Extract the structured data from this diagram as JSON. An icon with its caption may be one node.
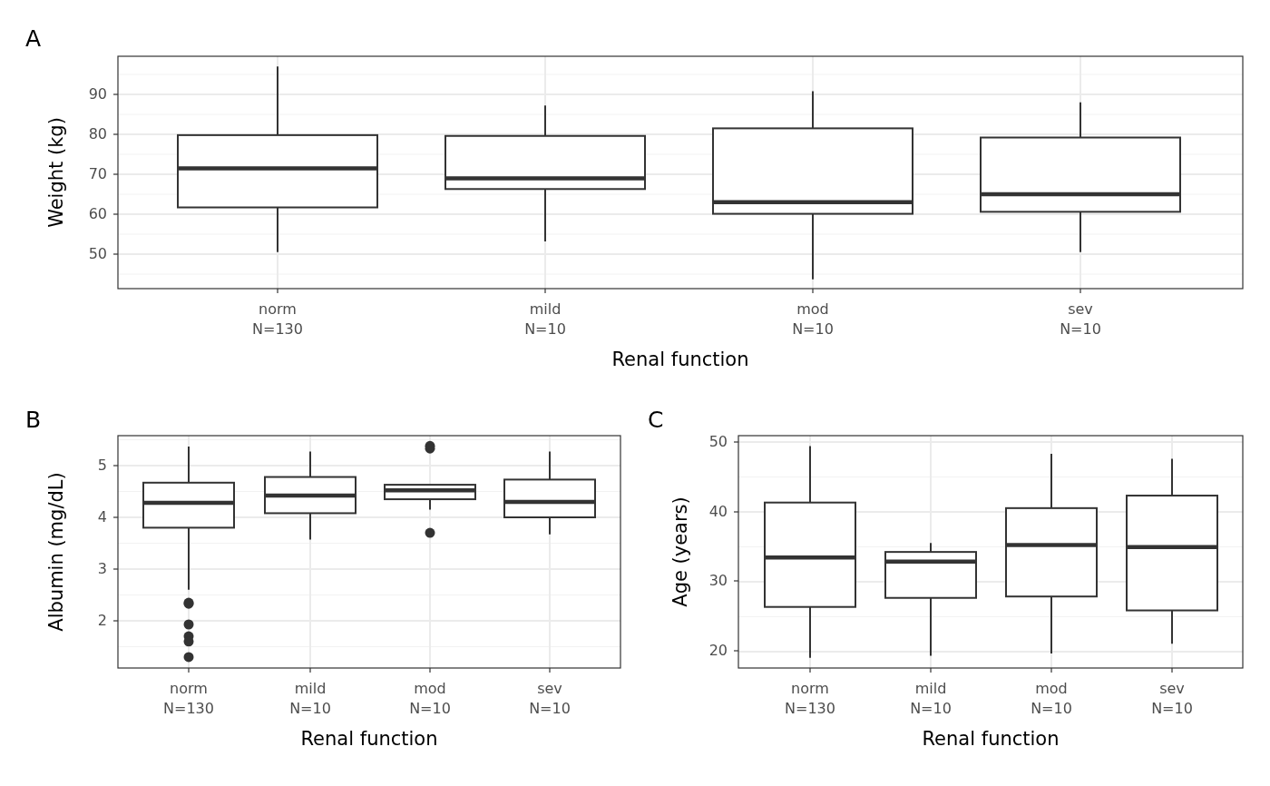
{
  "diagram": {
    "labels": [
      "A",
      "90",
      "80",
      "70",
      "60",
      "50",
      "Weight (kg)",
      "norm N=130",
      "mild N=10",
      "mod N=10",
      "sev N=10",
      "Renal function",
      "B",
      "5",
      "4",
      "3",
      "2",
      "Albumin (mg/dL)",
      "norm N=130",
      "mild N=10",
      "mod N=10",
      "sev N=10",
      "Renal function",
      "C",
      "50",
      "40",
      "30",
      "20",
      "Age (years)",
      "norm N=130",
      "mild N=10",
      "mod N=10",
      "sev N=10",
      "Renal function"
    ]
  }
}
